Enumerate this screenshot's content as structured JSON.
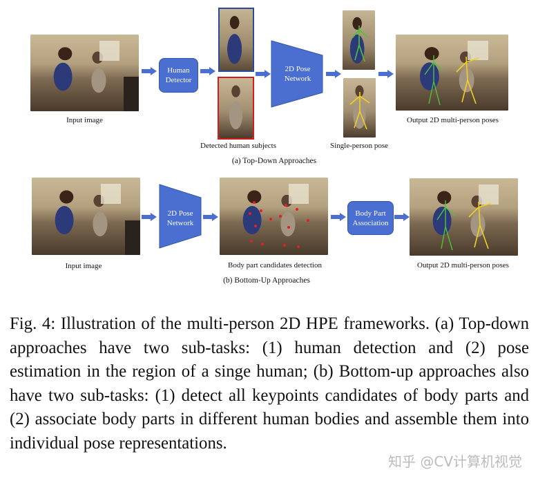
{
  "top": {
    "input_label": "Input image",
    "detector_label": "Human Detector",
    "network_label": "2D Pose Network",
    "detected_label": "Detected human subjects",
    "single_label": "Single-person pose",
    "output_label": "Output 2D multi-person poses",
    "subcaption": "(a) Top-Down Approaches"
  },
  "bottom": {
    "input_label": "Input image",
    "network_label": "2D Pose Network",
    "candidates_label": "Body part candidates detection",
    "association_label": "Body Part Association",
    "output_label": "Output 2D multi-person poses",
    "subcaption": "(b) Bottom-Up Approaches"
  },
  "caption": "Fig. 4: Illustration of the multi-person 2D HPE frameworks. (a) Top-down approaches have two sub-tasks: (1) human detection and (2) pose estimation in the region of a singe human; (b) Bottom-up approaches also have two sub-tasks: (1) detect all keypoints candidates of body parts and (2) associate body parts in different human bodies and assemble them into individual pose representations.",
  "watermark": "知乎 @CV计算机视觉",
  "colors": {
    "shape_blue": "#4a6fd0",
    "pose_yellow": "#f0d020",
    "pose_green": "#4fc23a",
    "keypoint_red": "#e0202a",
    "box_red": "#d41c1c",
    "box_blue": "#2a4b9a"
  }
}
